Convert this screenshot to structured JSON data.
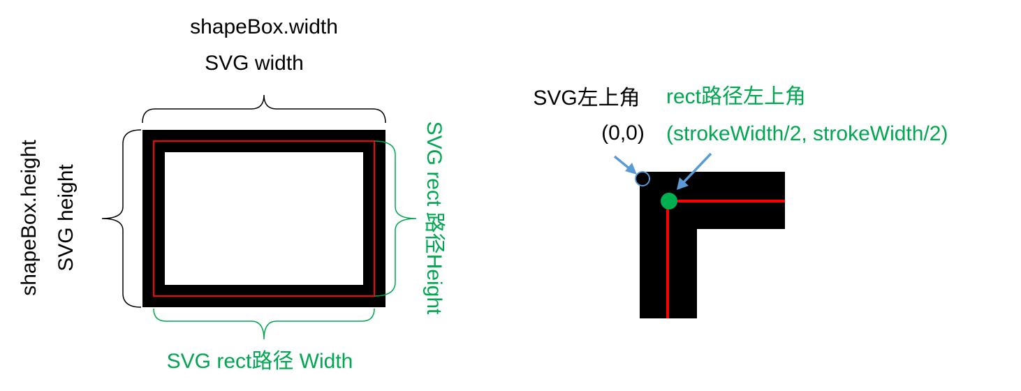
{
  "left_panel": {
    "top_label_line1": "shapeBox.width",
    "top_label_line2": "SVG width",
    "left_label_line1": "shapeBox.height",
    "left_label_line2": "SVG height",
    "right_label": "SVG rect 路径Height",
    "bottom_label": "SVG rect路径 Width"
  },
  "right_panel": {
    "svg_corner_label": "SVG左上角",
    "svg_origin_coord": "(0,0)",
    "rect_corner_label": "rect路径左上角",
    "rect_origin_coord": "(strokeWidth/2, strokeWidth/2)"
  },
  "colors": {
    "stroke": "#000000",
    "path": "#ff0000",
    "green": "#00a650",
    "arrow": "#5b9bd5",
    "bracket_black": "#000000",
    "bracket_green": "#00a650"
  }
}
